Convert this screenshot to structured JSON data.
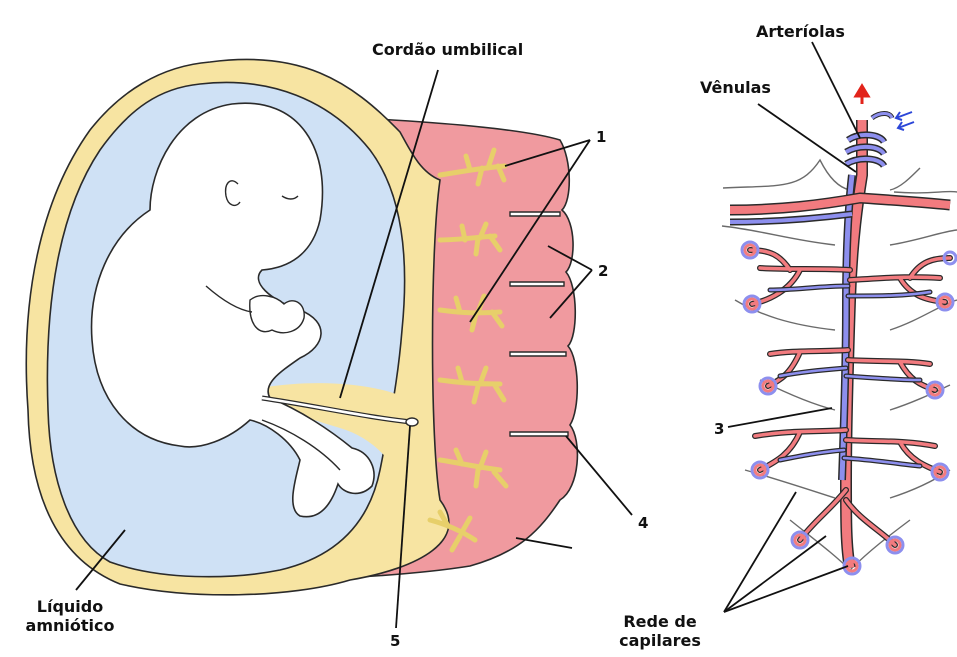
{
  "labels": {
    "umbilical_cord": "Cordão umbilical",
    "amniotic_fluid_line1": "Líquido",
    "amniotic_fluid_line2": "amniótico",
    "arterioles": "Arteríolas",
    "venules": "Vênulas",
    "capillary_network_line1": "Rede de",
    "capillary_network_line2": "capilares",
    "n1": "1",
    "n2": "2",
    "n3": "3",
    "n4": "4",
    "n5": "5"
  },
  "colors": {
    "amniotic_fluid": "#cfe1f5",
    "membrane_yellow": "#f7e4a2",
    "placenta_pink": "#f09a9f",
    "artery_red": "#f27b7f",
    "vein_blue": "#8d8fee",
    "outline": "#2a2a2a"
  }
}
